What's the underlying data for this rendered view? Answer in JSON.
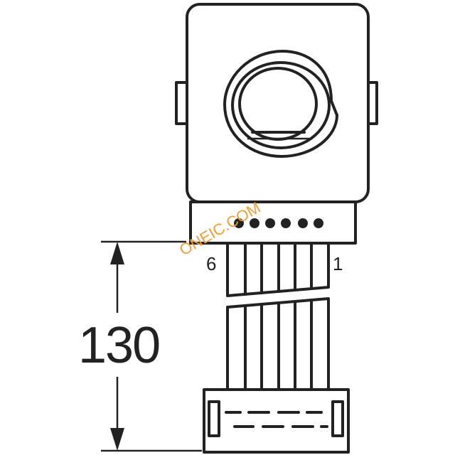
{
  "dimension": {
    "value": "130"
  },
  "pins": {
    "left_label": "6",
    "right_label": "1",
    "count": 6
  },
  "watermark": {
    "text": "ONEIC.COM",
    "color": "#f39c33"
  },
  "colors": {
    "line": "#222222",
    "background": "#ffffff"
  }
}
